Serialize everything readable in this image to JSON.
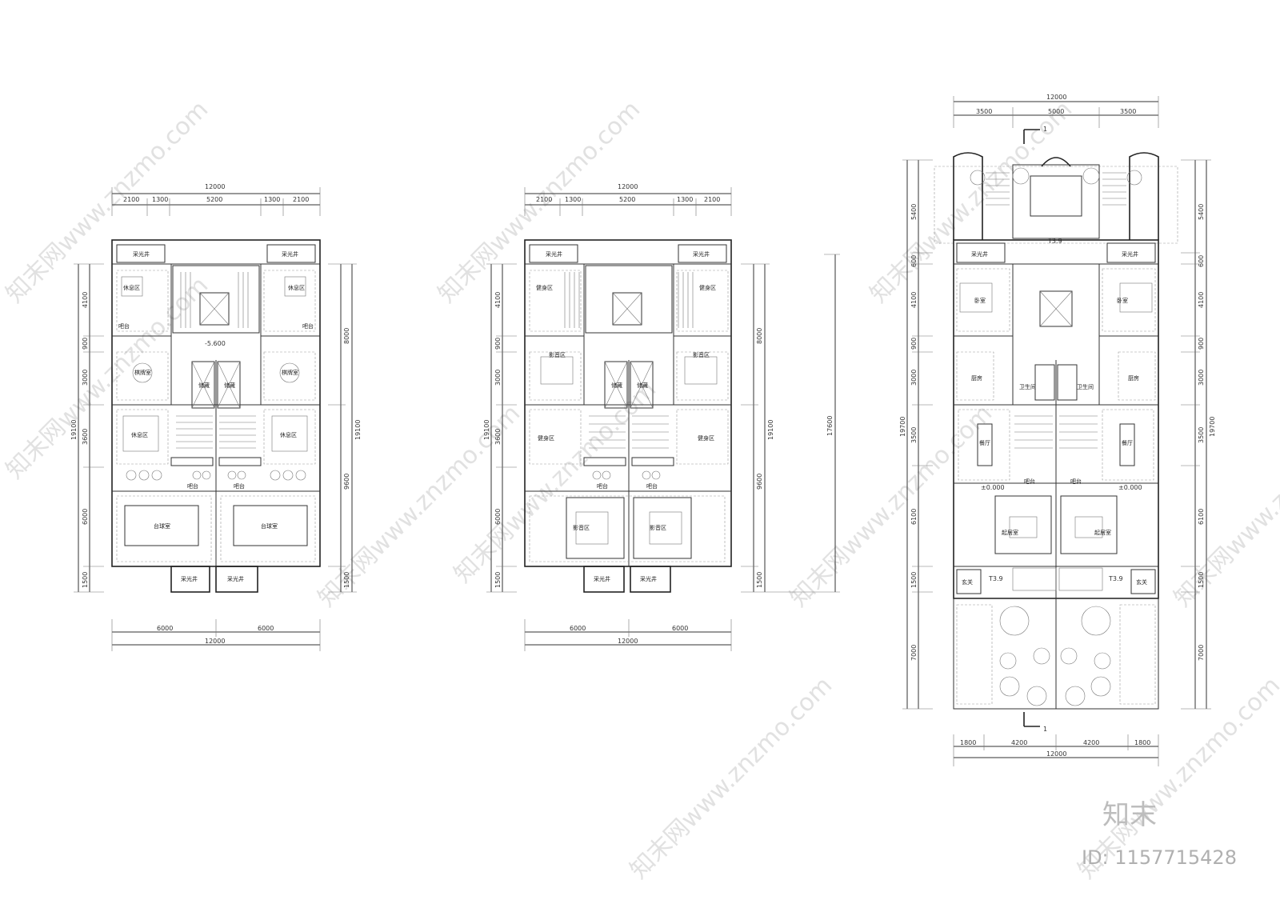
{
  "plans": [
    {
      "top_total": "12000",
      "top_segments": [
        "2100",
        "1300",
        "5200",
        "1300",
        "2100"
      ],
      "left_segments": [
        "4100",
        "900",
        "3000",
        "3600",
        "6000",
        "1500"
      ],
      "left_total": "19100",
      "right_segments": [
        "8000",
        "9600",
        "1500"
      ],
      "right_total": "19100",
      "bottom_segments": [
        "6000",
        "6000"
      ],
      "bottom_total": "12000",
      "level": "-5.600",
      "rooms": {
        "skylight_tl": "采光井",
        "skylight_tr": "采光井",
        "rest_tl": "休息区",
        "rest_tr": "休息区",
        "bar_l": "吧台",
        "bar_r": "吧台",
        "mahjong_l": "棋牌室",
        "mahjong_r": "棋牌室",
        "stor_l": "储藏",
        "stor_r": "储藏",
        "rest_ml": "休息区",
        "rest_mr": "休息区",
        "bar_ml": "吧台",
        "bar_mr": "吧台",
        "billiard_l": "台球室",
        "billiard_r": "台球室",
        "skylight_bl": "采光井",
        "skylight_br": "采光井"
      }
    },
    {
      "top_total": "12000",
      "top_segments": [
        "2100",
        "1300",
        "5200",
        "1300",
        "2100"
      ],
      "left_segments": [
        "4100",
        "900",
        "3000",
        "3600",
        "6000",
        "1500"
      ],
      "left_total": "19100",
      "right_segments": [
        "8000",
        "9600",
        "1500"
      ],
      "right_total": "19100",
      "outer_total": "17600",
      "bottom_segments": [
        "6000",
        "6000"
      ],
      "bottom_total": "12000",
      "rooms": {
        "skylight_tl": "采光井",
        "skylight_tr": "采光井",
        "gym_tl": "健身区",
        "gym_tr": "健身区",
        "av_l": "影音区",
        "av_r": "影音区",
        "stor_l": "储藏",
        "stor_r": "储藏",
        "gym_ml": "健身区",
        "gym_mr": "健身区",
        "bar_ml": "吧台",
        "bar_mr": "吧台",
        "av_bl": "影音区",
        "av_br": "影音区",
        "skylight_bl": "采光井",
        "skylight_br": "采光井"
      }
    },
    {
      "top_total": "12000",
      "top_segments": [
        "3500",
        "5000",
        "3500"
      ],
      "left_segments": [
        "5400",
        "600",
        "4100",
        "900",
        "3000",
        "3500",
        "6100",
        "1500",
        "7000"
      ],
      "left_total": "19700",
      "right_segments": [
        "5400",
        "600",
        "4100",
        "900",
        "3000",
        "3500",
        "6100",
        "1500",
        "7000"
      ],
      "right_total": "19700",
      "bottom_segments": [
        "1800",
        "4200",
        "4200",
        "1800"
      ],
      "bottom_total": "12000",
      "section_mark": "1",
      "levels": {
        "top": "T3.9",
        "mid_l": "±0.000",
        "mid_r": "±0.000",
        "step_l": "T3.9",
        "step_r": "T3.9"
      },
      "rooms": {
        "skylight_tl": "采光井",
        "skylight_tr": "采光井",
        "bed_l": "卧室",
        "bed_r": "卧室",
        "kitchen_l": "厨房",
        "kitchen_r": "厨房",
        "wc_l": "卫生间",
        "wc_r": "卫生间",
        "dining_l": "餐厅",
        "dining_r": "餐厅",
        "bar_l": "吧台",
        "bar_r": "吧台",
        "living_l": "起居室",
        "living_r": "起居室",
        "entry_l": "玄关",
        "entry_r": "玄关"
      }
    }
  ],
  "watermark": "知末网www.znzmo.com",
  "brand": "知末",
  "id_label": "ID: 1157715428"
}
